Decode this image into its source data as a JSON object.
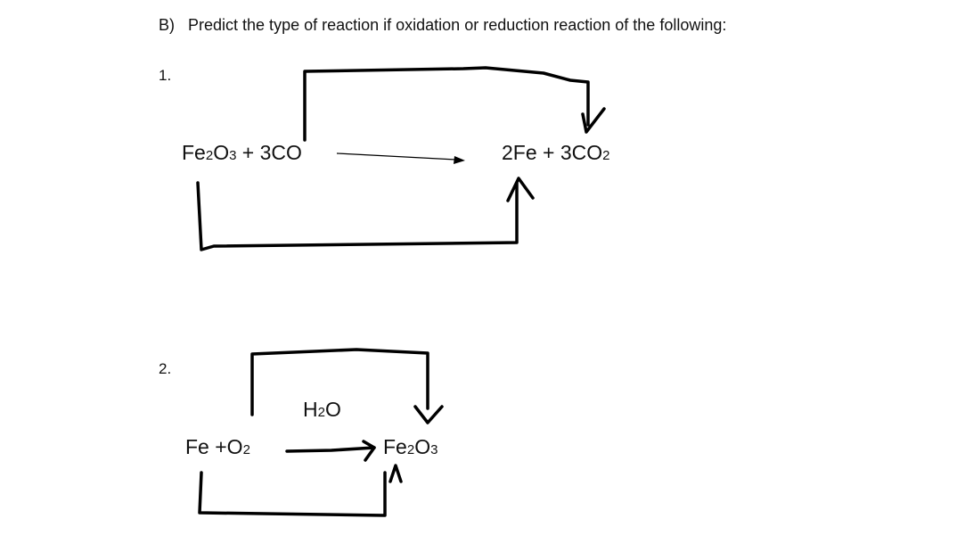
{
  "question": {
    "label": "B)",
    "text": "Predict the type of reaction if oxidation or reduction reaction of the following:"
  },
  "items": [
    {
      "number": "1.",
      "reactants": [
        {
          "t": "Fe"
        },
        {
          "s": "2"
        },
        {
          "t": "O"
        },
        {
          "s": "3"
        },
        {
          "t": " + 3CO"
        }
      ],
      "products": [
        {
          "t": "2Fe + 3CO"
        },
        {
          "s": "2"
        }
      ]
    },
    {
      "number": "2.",
      "condition": [
        {
          "t": "H"
        },
        {
          "s": "2"
        },
        {
          "t": "O"
        }
      ],
      "reactants": [
        {
          "t": "Fe +O"
        },
        {
          "s": "2"
        }
      ],
      "products": [
        {
          "t": "Fe"
        },
        {
          "s": "2"
        },
        {
          "t": "O"
        },
        {
          "s": "3"
        }
      ]
    }
  ]
}
